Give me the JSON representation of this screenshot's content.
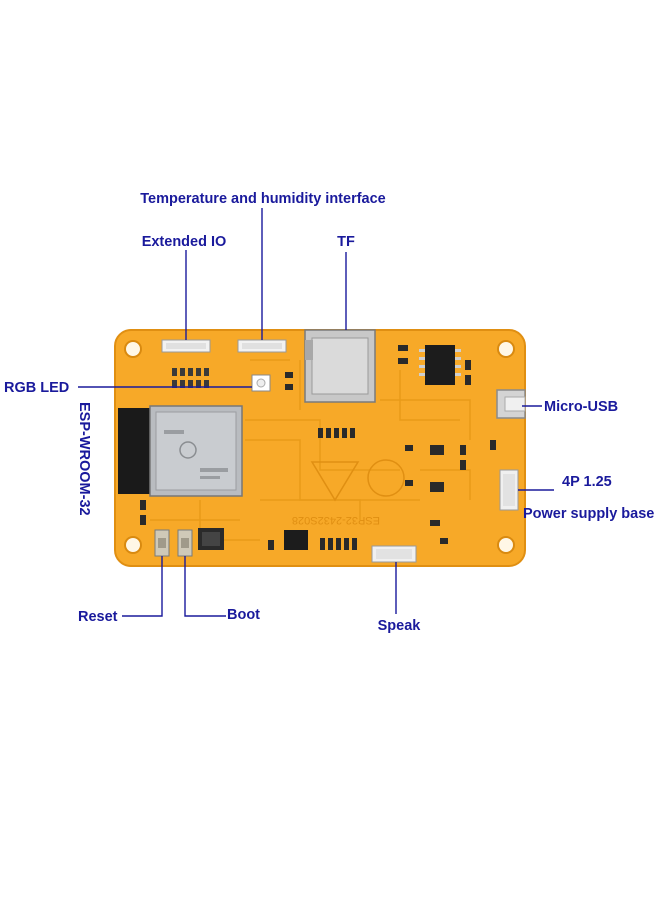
{
  "board": {
    "silkscreen": "ESP32-2432S028",
    "colors": {
      "pcb": "#f7a928",
      "pcb_edge": "#e08f12",
      "label": "#1a1a9c",
      "leader": "#1a1a9c"
    }
  },
  "labels": {
    "temp_humidity": "Temperature and humidity interface",
    "extended_io": "Extended IO",
    "tf": "TF",
    "rgb_led": "RGB LED",
    "esp_module": "ESP-WROOM-32",
    "micro_usb": "Micro-USB",
    "power_4p": "4P 1.25",
    "power_base": "Power supply base",
    "reset": "Reset",
    "boot": "Boot",
    "speak": "Speak"
  }
}
